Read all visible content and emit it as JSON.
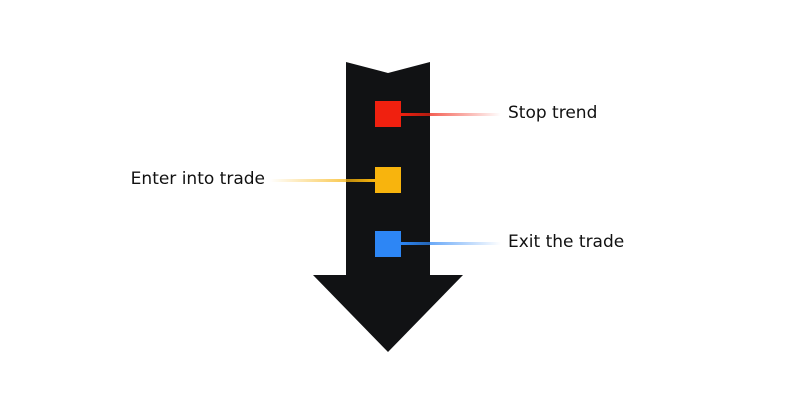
{
  "colors": {
    "background": "#ffffff",
    "arrow": "#111214",
    "stop": "#f0200f",
    "enter": "#f8b40d",
    "exit": "#2d86f5",
    "text": "#111111"
  },
  "markers": [
    {
      "id": "stop",
      "label": "Stop trend",
      "color": "#f0200f"
    },
    {
      "id": "enter",
      "label": "Enter into trade",
      "color": "#f8b40d"
    },
    {
      "id": "exit",
      "label": "Exit the trade",
      "color": "#2d86f5"
    }
  ]
}
